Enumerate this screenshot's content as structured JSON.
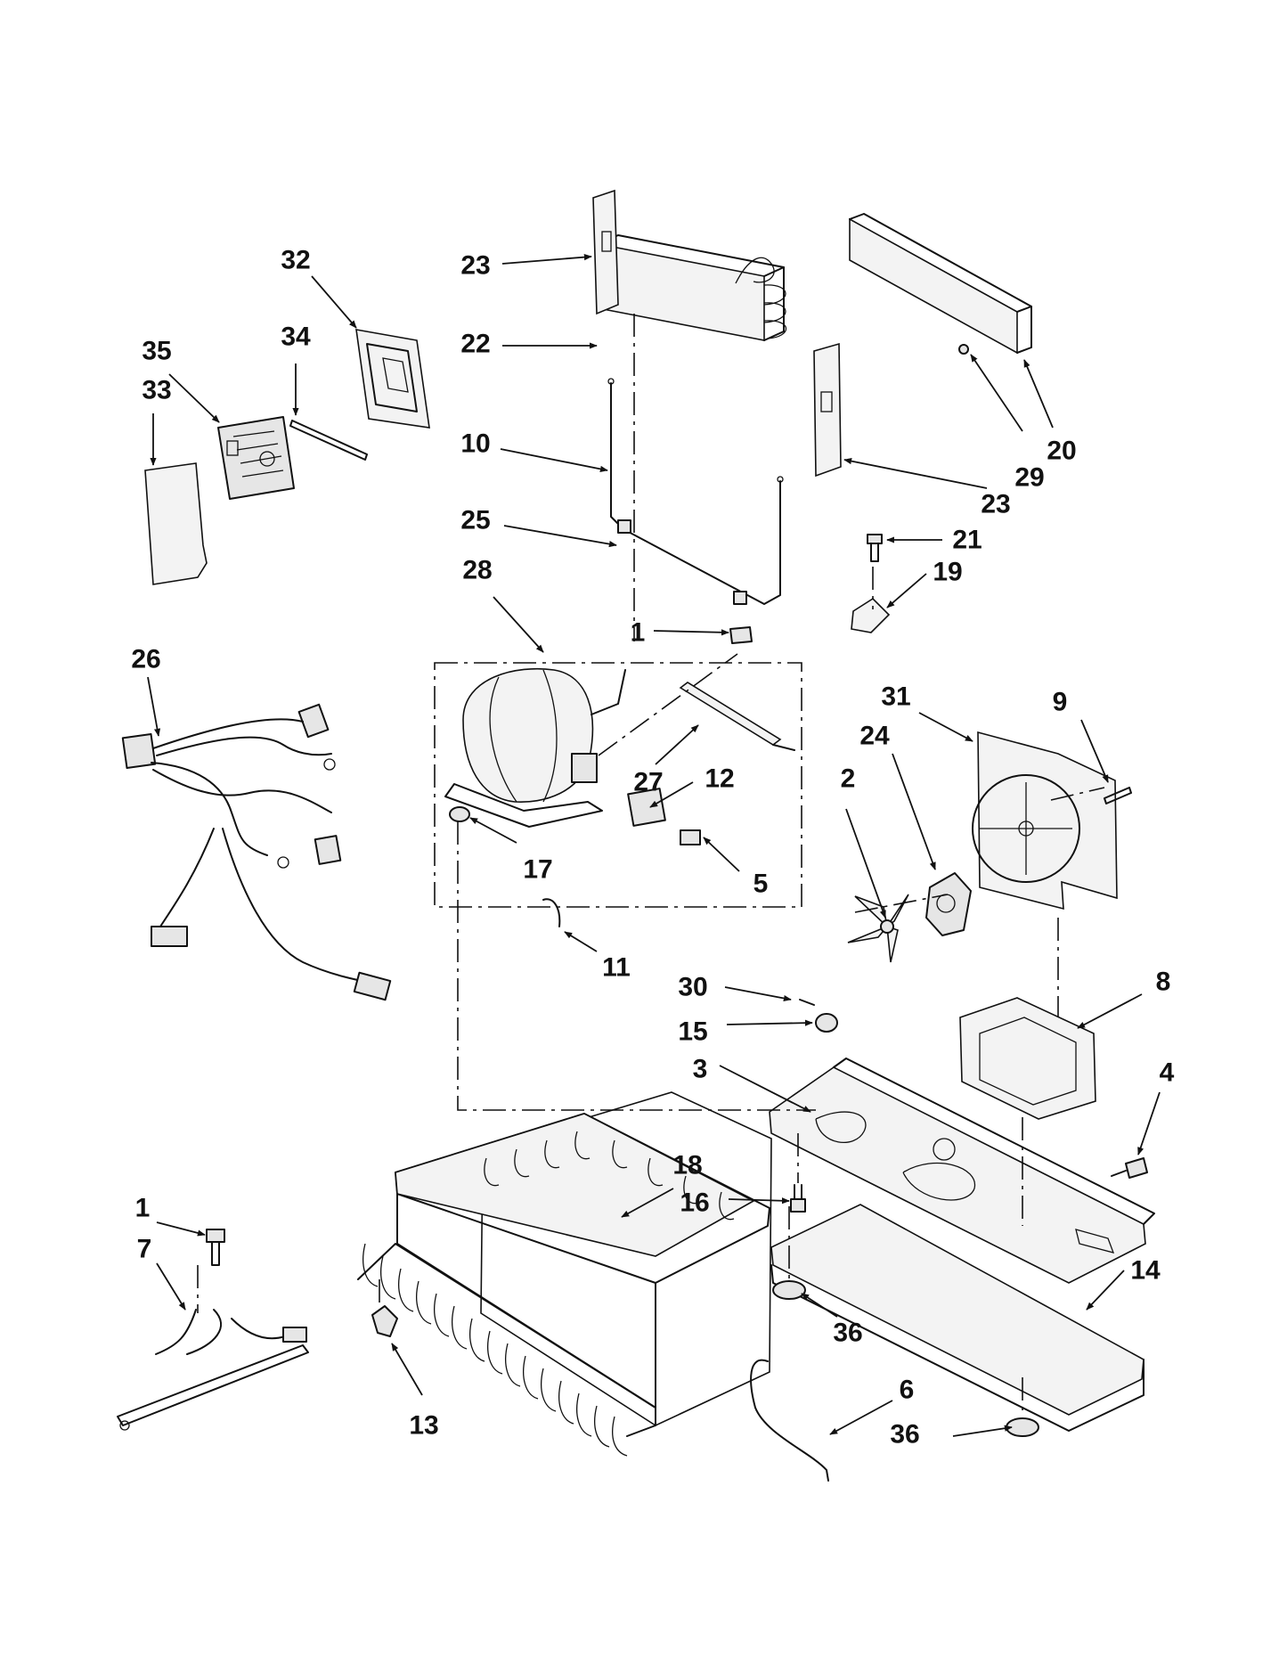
{
  "diagram": {
    "labels": [
      {
        "id": "l32",
        "text": "32"
      },
      {
        "id": "l34",
        "text": "34"
      },
      {
        "id": "l35",
        "text": "35"
      },
      {
        "id": "l33",
        "text": "33"
      },
      {
        "id": "l23a",
        "text": "23"
      },
      {
        "id": "l22",
        "text": "22"
      },
      {
        "id": "l10",
        "text": "10"
      },
      {
        "id": "l25",
        "text": "25"
      },
      {
        "id": "l28",
        "text": "28"
      },
      {
        "id": "l23b",
        "text": "23"
      },
      {
        "id": "l29",
        "text": "29"
      },
      {
        "id": "l20",
        "text": "20"
      },
      {
        "id": "l21",
        "text": "21"
      },
      {
        "id": "l19",
        "text": "19"
      },
      {
        "id": "l26",
        "text": "26"
      },
      {
        "id": "l1a",
        "text": "1"
      },
      {
        "id": "l27",
        "text": "27"
      },
      {
        "id": "l12",
        "text": "12"
      },
      {
        "id": "l17",
        "text": "17"
      },
      {
        "id": "l5",
        "text": "5"
      },
      {
        "id": "l31",
        "text": "31"
      },
      {
        "id": "l9",
        "text": "9"
      },
      {
        "id": "l24",
        "text": "24"
      },
      {
        "id": "l2",
        "text": "2"
      },
      {
        "id": "l11",
        "text": "11"
      },
      {
        "id": "l30",
        "text": "30"
      },
      {
        "id": "l15",
        "text": "15"
      },
      {
        "id": "l8",
        "text": "8"
      },
      {
        "id": "l3",
        "text": "3"
      },
      {
        "id": "l4",
        "text": "4"
      },
      {
        "id": "l18",
        "text": "18"
      },
      {
        "id": "l16",
        "text": "16"
      },
      {
        "id": "l1b",
        "text": "1"
      },
      {
        "id": "l7",
        "text": "7"
      },
      {
        "id": "l14",
        "text": "14"
      },
      {
        "id": "l36a",
        "text": "36"
      },
      {
        "id": "l13",
        "text": "13"
      },
      {
        "id": "l6",
        "text": "6"
      },
      {
        "id": "l36b",
        "text": "36"
      }
    ]
  }
}
